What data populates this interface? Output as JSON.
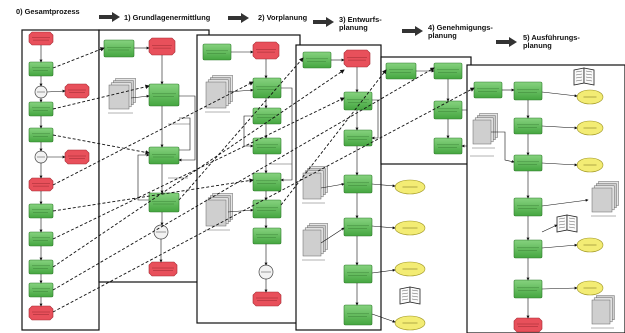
{
  "phases": [
    {
      "label": "0) Gesamtprozess"
    },
    {
      "label": "1) Grundlagenermittlung"
    },
    {
      "label": "2) Vorplanung"
    },
    {
      "label": "3) Entwurfs-\nplanung"
    },
    {
      "label": "4) Genehmigungs-\nplanung"
    },
    {
      "label": "5) Ausführungs-\nplanung"
    }
  ],
  "colors": {
    "process": "#5dbb58",
    "process_border": "#2f7d2b",
    "start_end": "#e8505b",
    "document": "#cfcfcf",
    "plan": "#f3ec74",
    "panel_border": "#111111",
    "connector": "#111111"
  },
  "node_text_note": "illegible in source",
  "icons": [
    "arrow-right-icon",
    "document-stack-icon",
    "book-icon"
  ]
}
